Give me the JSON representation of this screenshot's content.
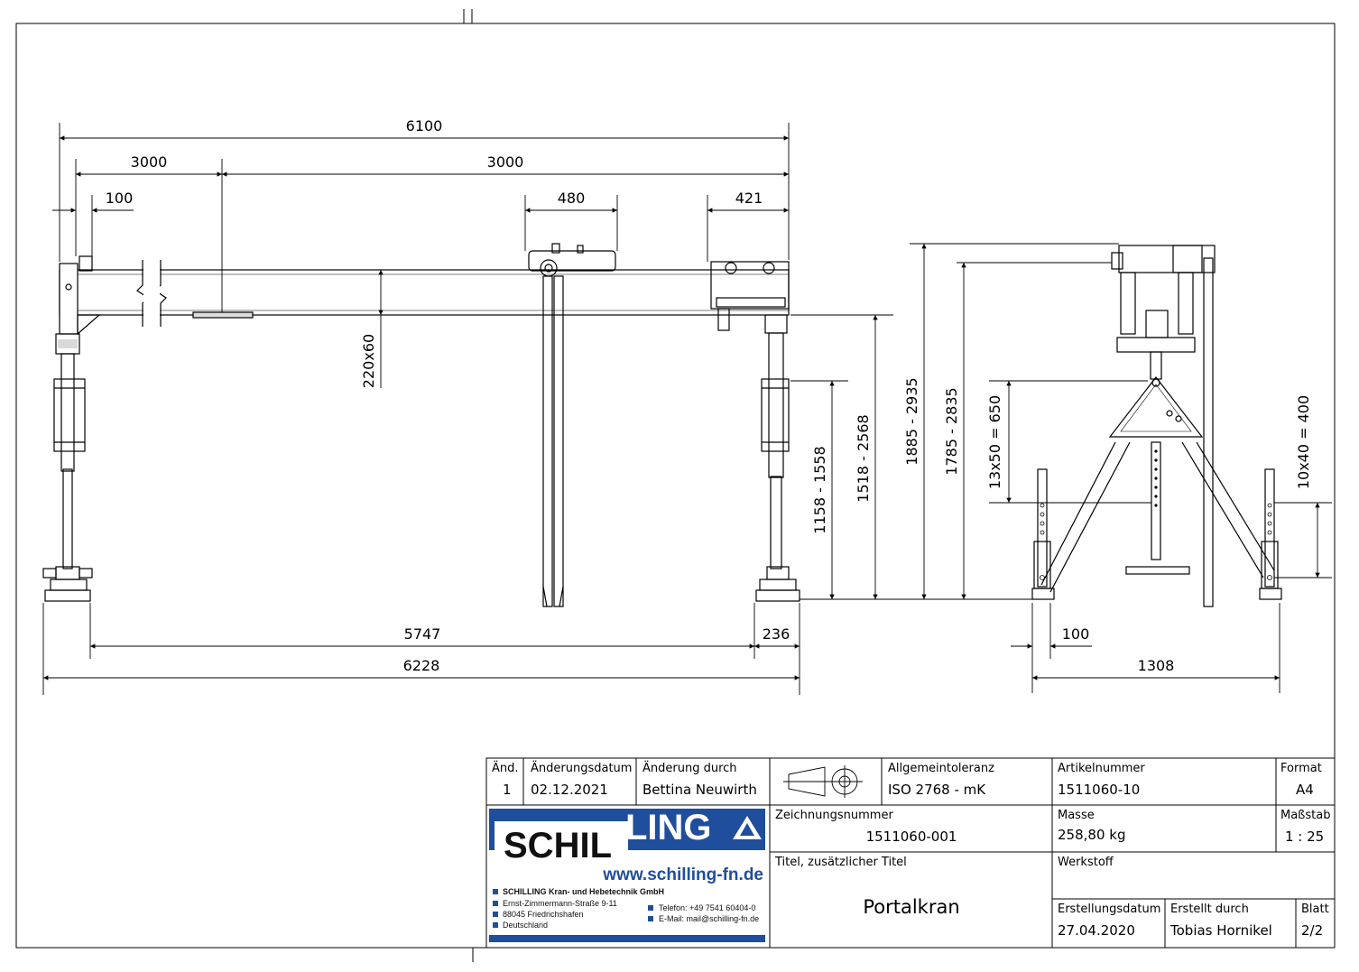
{
  "dimensions": {
    "front_total_length": "6100",
    "front_half_left": "3000",
    "front_half_right": "3000",
    "front_offset": "100",
    "trolley_width": "480",
    "end_width": "421",
    "beam_profile": "220x60",
    "leg_inner_height": "1158 - 1558",
    "leg_height": "1518 - 2568",
    "span_inner": "5747",
    "foot_width": "236",
    "span_total": "6228",
    "side_total_height": "1885 - 2935",
    "side_height": "1785 - 2835",
    "side_holes_center": "13x50 = 650",
    "side_holes_outer": "10x40 = 400",
    "side_offset": "100",
    "side_width": "1308"
  },
  "title_block": {
    "rev_header": "Änd.",
    "rev_value": "1",
    "change_date_header": "Änderungsdatum",
    "change_date_value": "02.12.2021",
    "changed_by_header": "Änderung durch",
    "changed_by_value": "Bettina Neuwirth",
    "tolerance_header": "Allgemeintoleranz",
    "tolerance_value": "ISO 2768 - mK",
    "article_header": "Artikelnummer",
    "article_value": "1511060-10",
    "format_header": "Format",
    "format_value": "A4",
    "drawing_no_header": "Zeichnungsnummer",
    "drawing_no_value": "1511060-001",
    "mass_header": "Masse",
    "mass_value": "258,80 kg",
    "scale_header": "Maßstab",
    "scale_value": "1 : 25",
    "title_header": "Titel, zusätzlicher Titel",
    "title_value": "Portalkran",
    "material_header": "Werkstoff",
    "created_date_header": "Erstellungsdatum",
    "created_date_value": "27.04.2020",
    "created_by_header": "Erstellt durch",
    "created_by_value": "Tobias Hornikel",
    "sheet_header": "Blatt",
    "sheet_value": "2/2"
  },
  "company": {
    "logo_left": "SCHIL",
    "logo_right": "LING",
    "website": "www.schilling-fn.de",
    "name": "SCHILLING Kran- und Hebetechnik GmbH",
    "street": "Ernst-Zimmermann-Straße 9-11",
    "city": "88045 Friedrichshafen",
    "country": "Deutschland",
    "phone": "Telefon: +49 7541 60404-0",
    "email": "E-Mail: mail@schilling-fn.de",
    "brand_color": "#1f4e9c"
  }
}
